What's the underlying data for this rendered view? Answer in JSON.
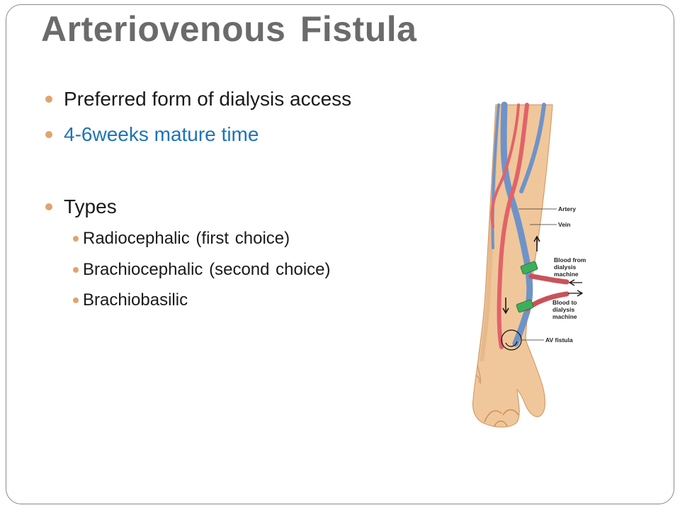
{
  "slide": {
    "title": "Arteriovenous Fistula",
    "bullets": [
      {
        "text": "Preferred form of dialysis access"
      },
      {
        "text": "4-6weeks mature time"
      },
      {
        "text": "Types"
      }
    ],
    "sub_bullets": [
      {
        "text": "Radiocephalic (first choice)"
      },
      {
        "text": "Brachiocephalic (second choice)"
      },
      {
        "text": "Brachiobasilic"
      }
    ],
    "colors": {
      "title": "#6b6b6b",
      "accent": "#1e73b8",
      "bullet": "#e1a36f",
      "artery": "#e1636a",
      "vein": "#6f93c8",
      "skin": "#f0c79a"
    }
  },
  "illustration": {
    "labels": {
      "artery": "Artery",
      "vein": "Vein",
      "blood_from_1": "Blood from",
      "blood_from_2": "dialysis",
      "blood_from_3": "machine",
      "blood_to_1": "Blood to",
      "blood_to_2": "dialysis",
      "blood_to_3": "machine",
      "fistula": "AV fistula"
    }
  }
}
